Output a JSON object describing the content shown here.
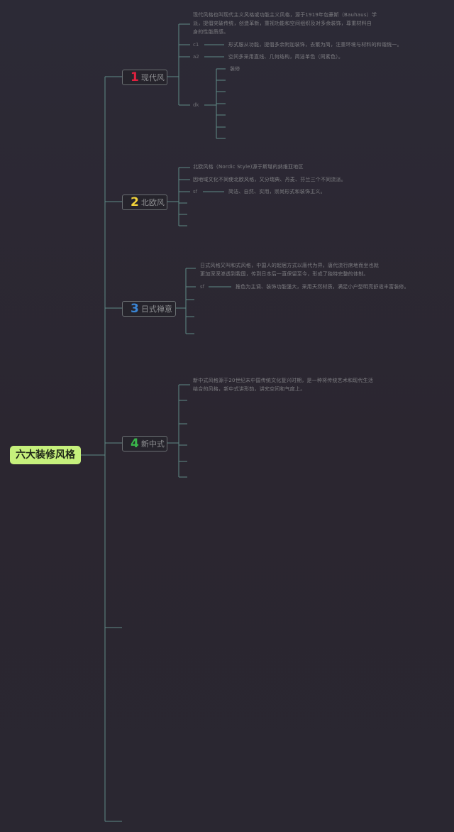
{
  "root": {
    "label": "六大装修风格"
  },
  "colors": {
    "line": "#5f8a86",
    "root_bg": "#c6f07c",
    "num1": "#e0213f",
    "num2": "#f1d23a",
    "num3": "#3a86d6",
    "num4": "#39b54a"
  },
  "branches": [
    {
      "num": "1",
      "label": "现代风",
      "desc_lines": [
        "现代风格也叫现代主义风格或功能主义风格，源于1919年包豪斯（Bauhaus）学",
        "派，提倡突破传统，创造革新，重视功能和空间组织及对多余装饰，尊重材料自",
        "身的性能质感。"
      ],
      "points": [
        {
          "tag": "c1",
          "text": "形式服从功能，提倡多余附加装饰，去繁为简，注重环境与材料的和谐统一。"
        },
        {
          "tag": "a2",
          "text": "空间多采用直线、几何结构，简洁单色（同素色）。"
        },
        {
          "tag": "dk",
          "text": ""
        }
      ],
      "sub_first": "装修"
    },
    {
      "num": "2",
      "label": "北欧风",
      "desc_lines": [
        "北欧风格（Nordic Style)源于斯堪的纳维亚地区"
      ],
      "desc2": "因地域文化不同使北欧风格，又分瑞典、丹麦、芬兰三个不同流派。",
      "points": [
        {
          "tag": "sf",
          "text": "简洁、自然、实用，崇尚形式和装饰主义。"
        }
      ]
    },
    {
      "num": "3",
      "label": "日式禅意",
      "desc_lines": [
        "日式风格又叫和式风格，中国人的起居方式以唐代为界，唐代流行席地而坐也就",
        "更加深深渗透到我国，传到日本后一直保留至今，形成了独特完整的体制。"
      ],
      "points": [
        {
          "tag": "sf",
          "text": "推色为主调、装饰功能强大，采用天然材质，满足小户型明亮舒适丰富装修。"
        }
      ]
    },
    {
      "num": "4",
      "label": "新中式",
      "desc_lines": [
        "新中式风格源于20世纪末中国传统文化复兴时期，是一种将传统艺术和现代生活",
        "结合的风格，新中式讲形韵，讲究空间和气度上。"
      ],
      "points": []
    }
  ]
}
